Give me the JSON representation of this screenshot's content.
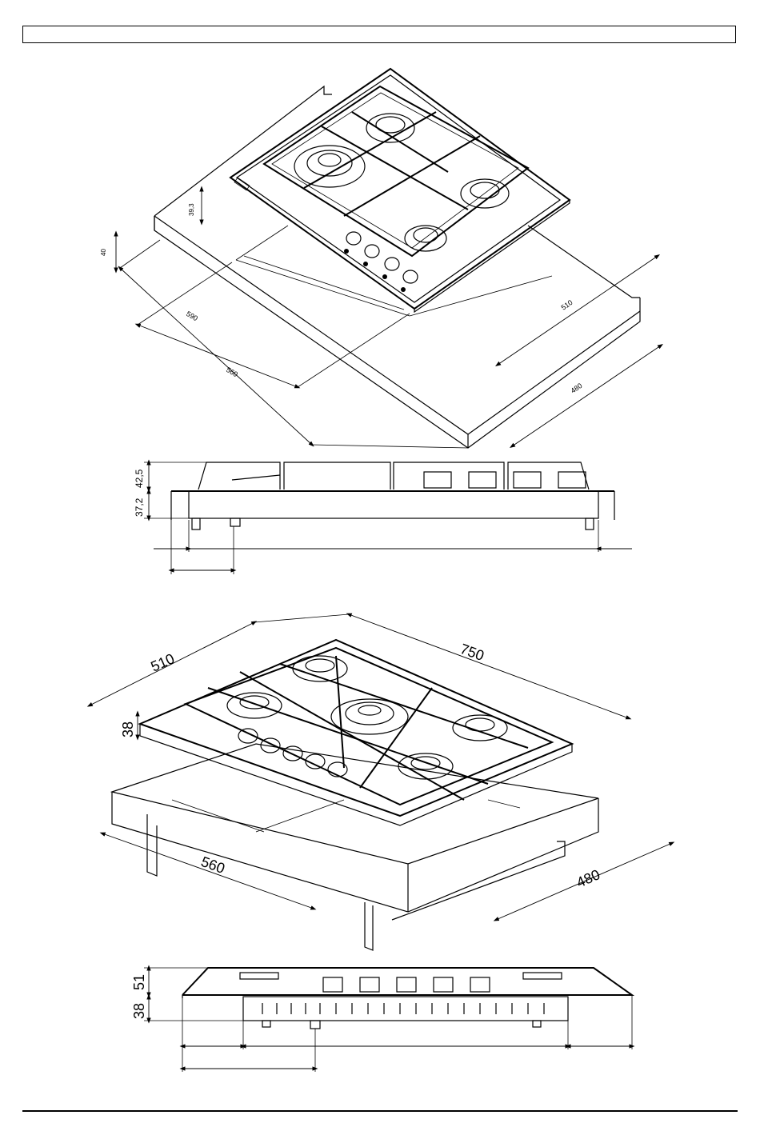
{
  "figure1": {
    "dim_width": "590",
    "dim_cutout_width": "560",
    "dim_depth": "510",
    "dim_cutout_depth": "480",
    "dim_height_total": "40",
    "dim_height_top": "39,3"
  },
  "figure2": {
    "dim_upper": "42,5",
    "dim_lower": "37,2"
  },
  "figure3": {
    "dim_depth": "510",
    "dim_width": "750",
    "dim_height": "38",
    "dim_cutout_width": "560",
    "dim_cutout_depth": "480"
  },
  "figure4": {
    "dim_upper": "51",
    "dim_lower": "38"
  }
}
